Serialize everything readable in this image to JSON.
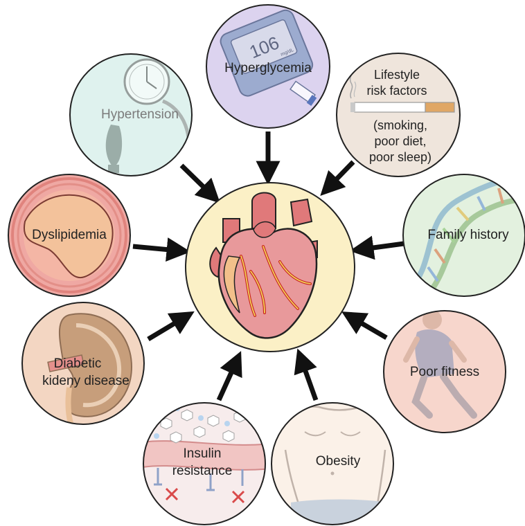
{
  "center": {
    "name": "heart"
  },
  "nodes": [
    {
      "id": "hypertension",
      "label_lines": [
        "Hypertension"
      ],
      "fill": "#dff2ee",
      "icon": "sphygmomanometer-icon"
    },
    {
      "id": "hyperglycemia",
      "label_lines": [
        "Hyperglycemia"
      ],
      "fill": "#dcd3ef",
      "icon": "glucose-meter-icon",
      "meter_reading": "106",
      "meter_unit": "mg/dL"
    },
    {
      "id": "lifestyle",
      "label_lines": [
        "Lifestyle",
        "risk factors"
      ],
      "sub_lines": [
        "(smoking,",
        "poor diet,",
        "poor sleep)"
      ],
      "fill": "#efe5dc",
      "icon": "cigarette-icon"
    },
    {
      "id": "dyslipidemia",
      "label_lines": [
        "Dyslipidemia"
      ],
      "fill": "#efa8a3",
      "icon": "artery-plaque-icon"
    },
    {
      "id": "family-history",
      "label_lines": [
        "Family history"
      ],
      "fill": "#e3f1df",
      "icon": "dna-icon"
    },
    {
      "id": "diabetic-kidney",
      "label_lines": [
        "Diabetic",
        "kideny disease"
      ],
      "fill": "#f3d6c2",
      "icon": "kidney-icon"
    },
    {
      "id": "poor-fitness",
      "label_lines": [
        "Poor fitness"
      ],
      "fill": "#f7d6cc",
      "icon": "runner-icon"
    },
    {
      "id": "insulin-resistance",
      "label_lines": [
        "Insulin",
        "resistance"
      ],
      "fill": "#f7ecec",
      "icon": "cell-membrane-icon"
    },
    {
      "id": "obesity",
      "label_lines": [
        "Obesity"
      ],
      "fill": "#fbf1e8",
      "icon": "torso-icon"
    }
  ],
  "colors": {
    "center_fill": "#fbf0c6",
    "arrow": "#111111",
    "outline": "#222222"
  }
}
